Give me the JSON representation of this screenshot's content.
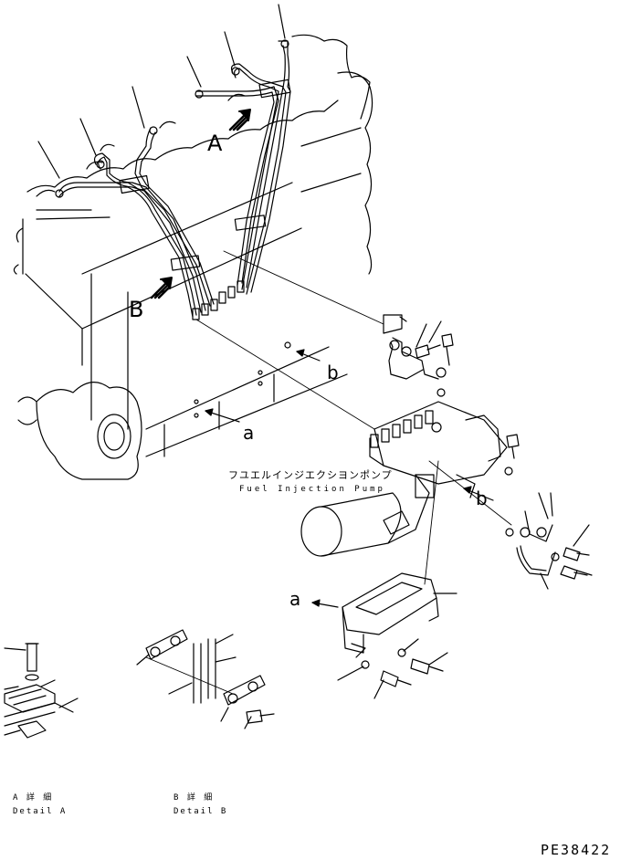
{
  "labels": {
    "view_a": "A",
    "view_b": "B",
    "ref_b": "b",
    "ref_a": "a",
    "ref_b2": "b",
    "ref_a2": "a"
  },
  "component": {
    "name_jp": "フユエルインジエクシヨンポンプ",
    "name_en": "Fuel Injection Pump"
  },
  "details": {
    "a_jp": "A 詳 細",
    "a_en": "Detail A",
    "b_jp": "B 詳 細",
    "b_en": "Detail B"
  },
  "drawing_number": "PE38422"
}
